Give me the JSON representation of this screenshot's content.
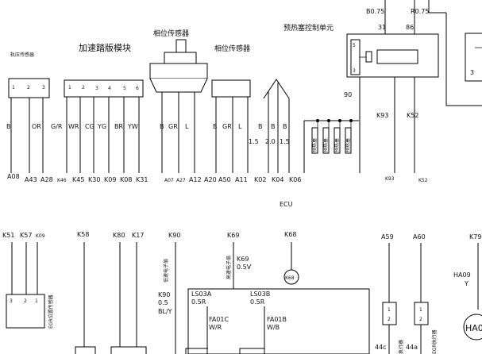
{
  "components": {
    "rail_pressure_sensor": "轨压传感器",
    "accel_pedal_module": "加速踏版模块",
    "phase_sensor_1": "相位传感器",
    "phase_sensor_2": "相位传感器",
    "preheat_unit": "预热塞控制单元",
    "ecu": "ECU",
    "preheat_plug": "预热塞",
    "egr_position_sensor": "EGR位置传感器",
    "low_speed_fan": "低速电子扇",
    "high_speed_fan": "高速电子扇",
    "egr_actuator": "EGR执行器",
    "actuator_partial": "执行器"
  },
  "pins_top": {
    "rail": [
      "1",
      "2",
      "3"
    ],
    "pedal": [
      "1",
      "2",
      "3",
      "4",
      "5",
      "6"
    ],
    "preheat_relay": [
      "5",
      "3"
    ],
    "preheat_right": [
      "3"
    ]
  },
  "wires_top": {
    "rail": [
      "B",
      "OR"
    ],
    "pedal": [
      "G/R",
      "WR",
      "CG",
      "YG",
      "BR",
      "YW"
    ],
    "phase1": [
      "B",
      "GR",
      "L"
    ],
    "phase2": [
      "B",
      "GR",
      "L"
    ],
    "plugs": [
      "B",
      "B",
      "B"
    ],
    "sizes": [
      "1.5",
      "2.0",
      "1.5"
    ]
  },
  "ecu_top": [
    "A08",
    "A43",
    "A28",
    "K46",
    "K45",
    "K30",
    "K09",
    "K08",
    "K31",
    "A07",
    "A27",
    "A12",
    "A20",
    "A50",
    "A11",
    "K02",
    "K04",
    "K06",
    "K93",
    "K52"
  ],
  "ecu_bottom": [
    "K51",
    "K57",
    "K09",
    "K58",
    "K80",
    "K17",
    "K90",
    "K69",
    "K68",
    "A59",
    "A60",
    "K79"
  ],
  "top_right": {
    "b075": "B0.75",
    "r075": "R0.75",
    "pin31": "31",
    "pin86": "86",
    "pin90": "90",
    "k93": "K93",
    "k52": "K52"
  },
  "lower": {
    "k69_lbl": "K69",
    "k69_size": "0.5V",
    "k68_circle": "K68",
    "k90_lbl": "K90",
    "k90_size": "0.5",
    "k90_color": "BL/Y",
    "ls03a": "LS03A",
    "ls03a_wire": "0.5R",
    "ls03b": "LS03B",
    "ls03b_wire": "0.5R",
    "fa01c": "FA01C",
    "fa01c_wire": "W/R",
    "fa01b": "FA01B",
    "fa01b_wire": "W/B",
    "ha09": "HA09",
    "ha09_color": "Y",
    "ha0_partial": "HA0",
    "egr_pins": [
      "3",
      "2",
      "1"
    ],
    "a59_pins": [
      "1",
      "2"
    ],
    "a60_pins": [
      "1",
      "2"
    ],
    "term_44c": "44c",
    "term_44a": "44a"
  },
  "colors": {
    "line": "#000000",
    "background": "#ffffff"
  }
}
